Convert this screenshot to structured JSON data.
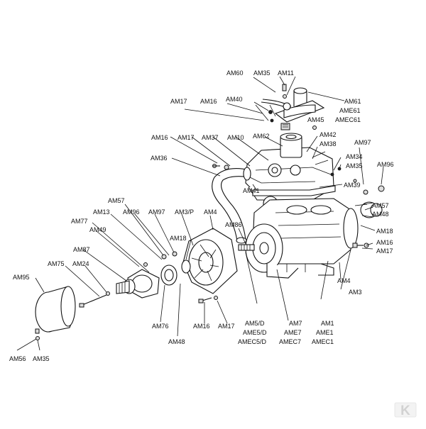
{
  "diagram": {
    "labels": [
      "AM60",
      "AM35",
      "AM11",
      "AM61",
      "AME61",
      "AMEC61",
      "AM17",
      "AM16",
      "AM40",
      "AM45",
      "AM16",
      "AM17",
      "AM37",
      "AM10",
      "AM62",
      "AM42",
      "AM38",
      "AM97",
      "AM36",
      "AM34",
      "AM35",
      "AM96",
      "AM39",
      "AM41",
      "AM57",
      "AM48",
      "AM57",
      "AM13",
      "AM96",
      "AM97",
      "AM3/P",
      "AM4",
      "AM77",
      "AM49",
      "AM18",
      "AM86",
      "AM18",
      "AM16",
      "AM17",
      "AM87",
      "AM95",
      "AM75",
      "AM24",
      "AM4",
      "AM3",
      "AM76",
      "AM16",
      "AM17",
      "AM48",
      "AM5/D",
      "AME5/D",
      "AMEC5/D",
      "AM7",
      "AME7",
      "AMEC7",
      "AM1",
      "AME1",
      "AMEC1",
      "AM56",
      "AM35"
    ],
    "brand_mark": "K"
  }
}
